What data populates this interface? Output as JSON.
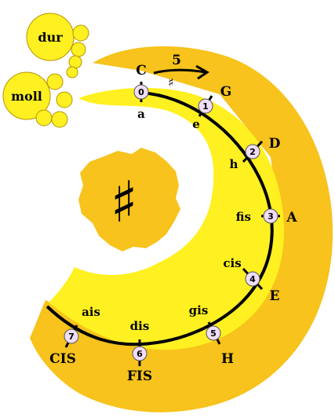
{
  "legend": {
    "dur_label": "dur",
    "moll_label": "moll"
  },
  "fifth_label": "5",
  "sharp_symbol": "♯",
  "center_symbol": "♯",
  "colors": {
    "outer_ring": "#F7C31C",
    "inner_ring": "#FFF021",
    "center_blob": "#F7C31C",
    "node_fill": "#EFDDFA",
    "arc_stroke": "#000000"
  },
  "nodes": [
    {
      "number": "0",
      "major": "C",
      "minor": "a"
    },
    {
      "number": "1",
      "major": "G",
      "minor": "e"
    },
    {
      "number": "2",
      "major": "D",
      "minor": "h"
    },
    {
      "number": "3",
      "major": "A",
      "minor": "fis"
    },
    {
      "number": "4",
      "major": "E",
      "minor": "cis"
    },
    {
      "number": "5",
      "major": "H",
      "minor": "gis"
    },
    {
      "number": "6",
      "major": "FIS",
      "minor": "dis"
    },
    {
      "number": "7",
      "major": "CIS",
      "minor": "ais"
    }
  ]
}
